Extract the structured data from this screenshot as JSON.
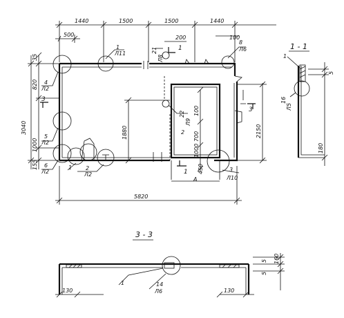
{
  "plan": {
    "top_dims": [
      "1440",
      "1500",
      "1500",
      "1440"
    ],
    "dim_500": "500",
    "dim_200": "200",
    "dim_100_top": "100",
    "left_outer": "3040",
    "left_820": "820",
    "left_35": "35",
    "left_1000": "1000",
    "left_155": "155",
    "dim_1880": "1880",
    "inner_100": "100",
    "inner_700": "700",
    "inner_1000": "1000",
    "inner_450": "450",
    "right_2150": "2150",
    "bottom_5820": "5820",
    "section_mark_3": "3",
    "section_mark_1": "1",
    "label_A": "A",
    "node_1_top": {
      "num": "1",
      "sheet": "Л11"
    },
    "node_21": {
      "num": "21",
      "sheet": "Л8"
    },
    "node_8": {
      "num": "8",
      "sheet": "Л6"
    },
    "node_4": {
      "num": "4",
      "sheet": "Л2"
    },
    "node_5": {
      "num": "5",
      "sheet": "Л2"
    },
    "node_6": {
      "num": "6",
      "sheet": "Л2"
    },
    "node_1_bottom": {
      "num": "1"
    },
    "node_2_bottom": {
      "num": "2",
      "sheet": "Л2"
    },
    "node_22": {
      "num": "22",
      "sheet": "Л9"
    },
    "node_2_center": "2",
    "node_3": {
      "num": "3",
      "sheet": "Л10"
    }
  },
  "section_1_1": {
    "title": "1 - 1",
    "leader": "1",
    "node": {
      "num": "16",
      "sheet": "Л5"
    },
    "dim_5": "5",
    "dim_180": "180"
  },
  "section_3_3": {
    "title": "3 - 3",
    "leader": "1",
    "node": {
      "num": "14",
      "sheet": "Л6"
    },
    "dim_130_left": "130",
    "dim_130_right": "130",
    "dim_5_a": "5",
    "dim_5_b": "5",
    "dim_160": "160"
  }
}
